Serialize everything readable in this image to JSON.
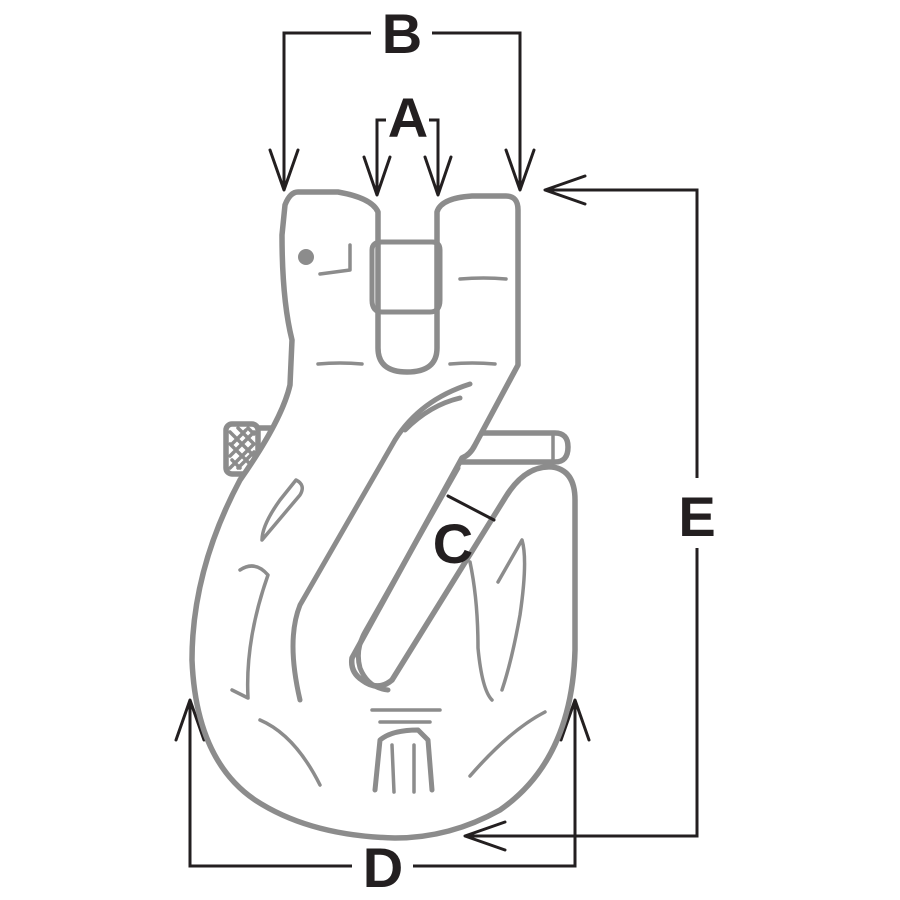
{
  "dimension_labels": {
    "a": "A",
    "b": "B",
    "c": "C",
    "d": "D",
    "e": "E"
  },
  "colors": {
    "outline": "#8c8c8c",
    "dimension": "#231f20",
    "background": "#ffffff"
  },
  "icons": [
    "grab-hook",
    "latch-pin",
    "knurled-knob",
    "dimension-arrow"
  ]
}
